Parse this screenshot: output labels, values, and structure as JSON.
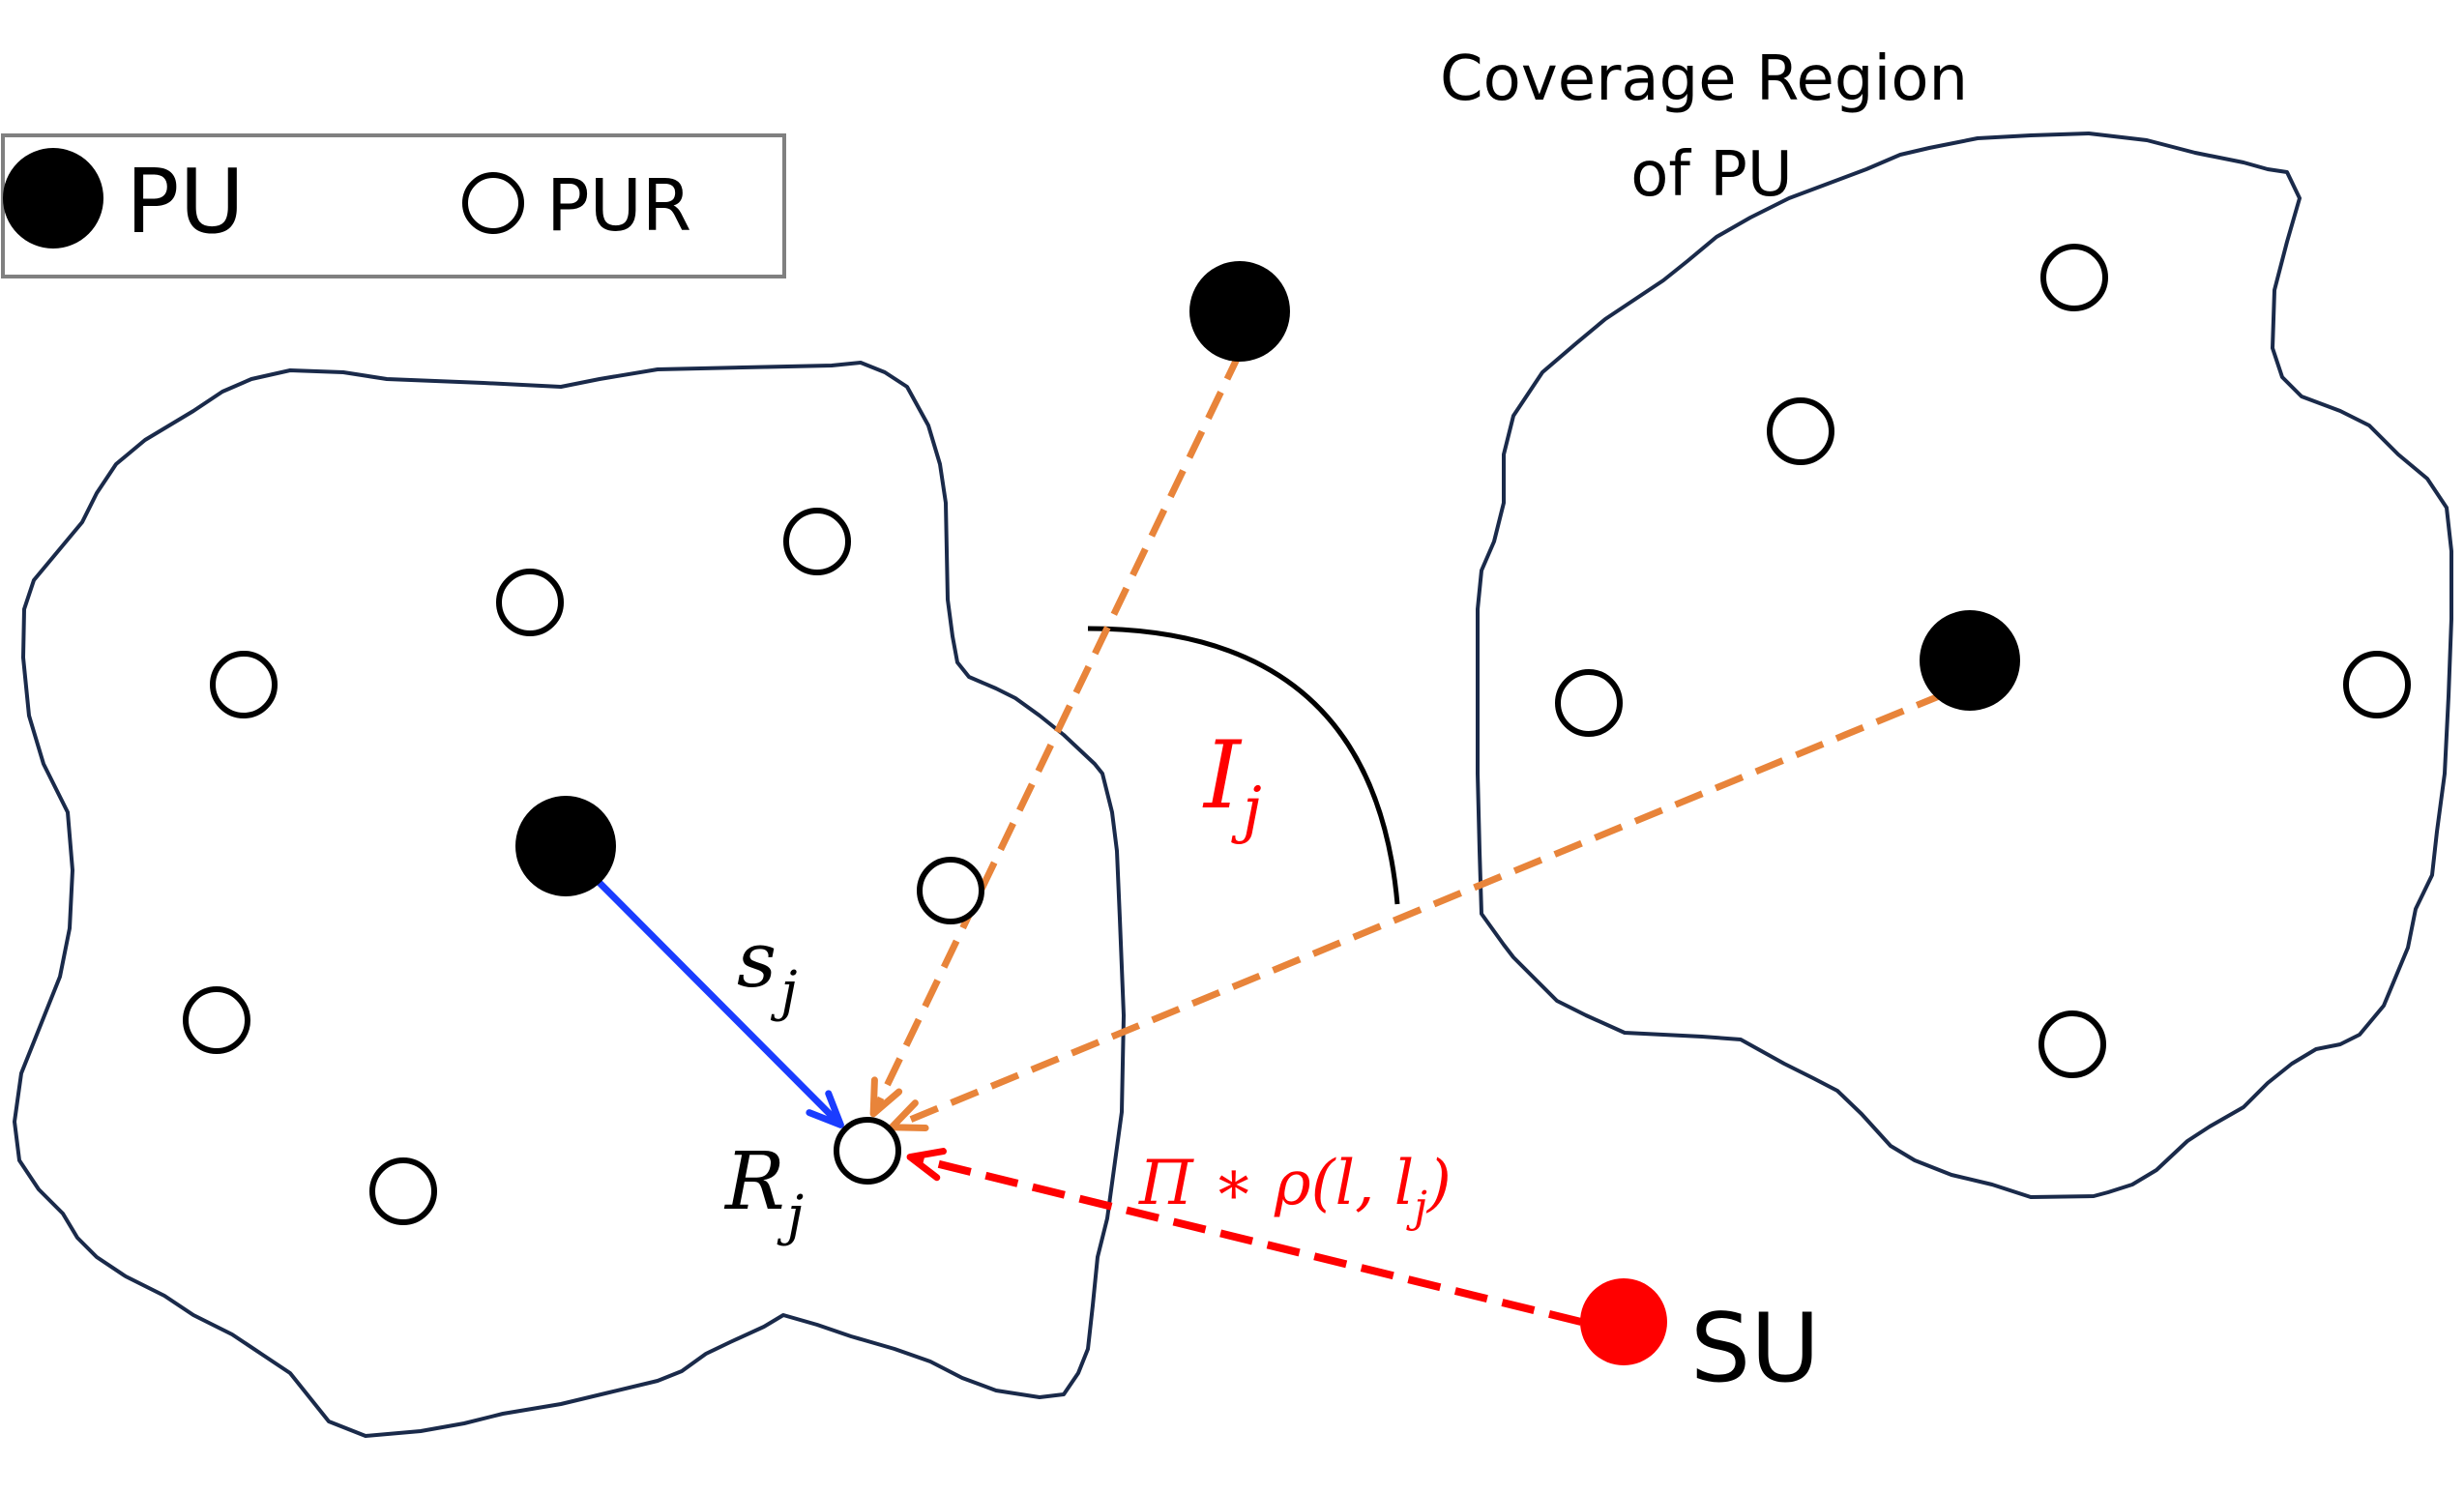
{
  "legend": {
    "pu_label": "PU",
    "pur_label": "PUR"
  },
  "coverage_label_line1": "Coverage Region",
  "coverage_label_line2": "of PU",
  "labels": {
    "signal": "s",
    "signal_sub": "j",
    "interference": "I",
    "interference_sub": "j",
    "receiver": "R",
    "receiver_sub": "j",
    "su_power_prefix": "Π ∗ ρ(l, l",
    "su_power_sub": "j",
    "su_power_suffix": ")",
    "su": "SU"
  },
  "colors": {
    "signal_arrow": "#1a3cff",
    "interference_arrow": "#e8843a",
    "su": "#ff0000",
    "su_label_math": "#ff0000",
    "boundary": "#1a2a4a",
    "node": "#000000"
  },
  "icons": {
    "pu": "filled-circle",
    "pur": "hollow-circle",
    "su": "red-filled-circle"
  }
}
